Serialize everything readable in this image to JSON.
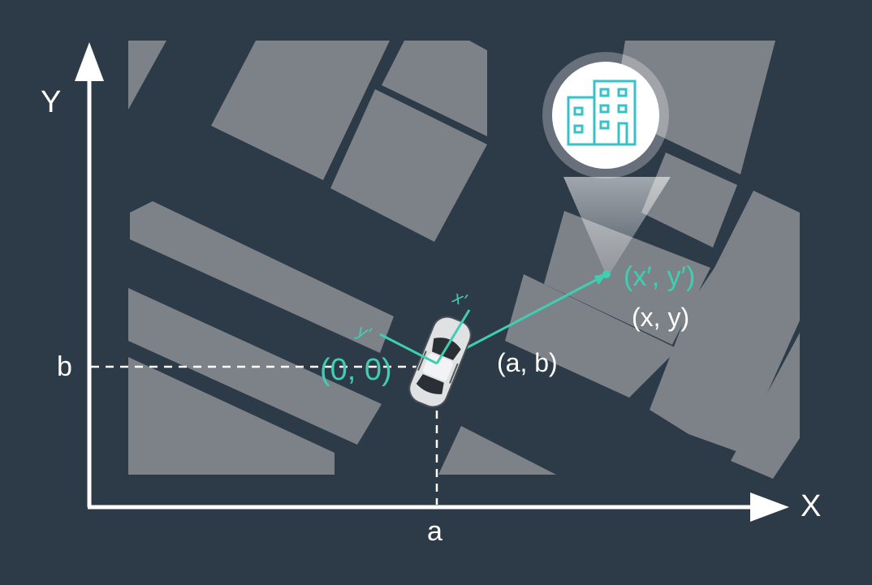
{
  "axes": {
    "x_label": "X",
    "y_label": "Y",
    "x_tick": "a",
    "y_tick": "b"
  },
  "points": {
    "vehicle_global": "(a, b)",
    "vehicle_local": "(0, 0)",
    "landmark_local": "(x′, y′)",
    "landmark_global": "(x, y)"
  },
  "vehicle_frame": {
    "x_axis_label": "x′",
    "y_axis_label": "y′"
  },
  "landmark": {
    "icon": "building-icon"
  },
  "colors": {
    "background": "#2d3a48",
    "block": "#7d8288",
    "axis": "#ffffff",
    "accent": "#3ecfb3"
  }
}
